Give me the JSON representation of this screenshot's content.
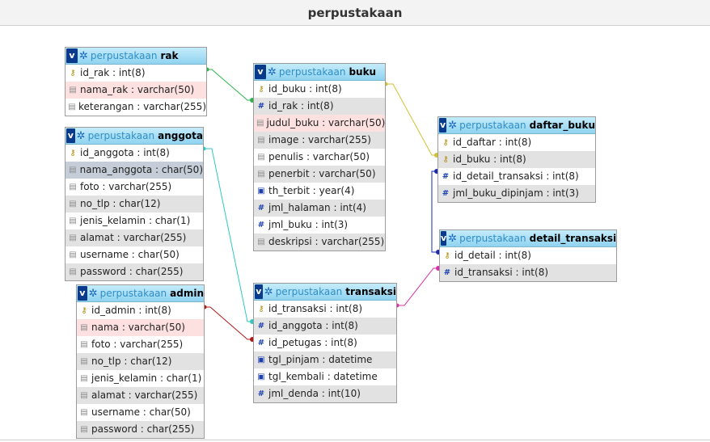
{
  "page": {
    "title": "perpustakaan"
  },
  "db_prefix": "perpustakaan",
  "colors": {
    "link_rak_buku": "#2ab34a",
    "link_anggota_transaksi": "#2ec8c0",
    "link_admin_transaksi": "#b01818",
    "link_buku_daftar": "#d2c232",
    "link_detail_daftar": "#1a2bb0",
    "link_transaksi_detail": "#d82ca8"
  },
  "tables": {
    "rak": {
      "name": "rak",
      "columns": [
        {
          "icon": "key-icon",
          "text": "id_rak : int(8)",
          "bg": "none"
        },
        {
          "icon": "text-icon",
          "text": "nama_rak : varchar(50)",
          "bg": "pink"
        },
        {
          "icon": "text-icon",
          "text": "keterangan : varchar(255)",
          "bg": "none"
        }
      ]
    },
    "anggota": {
      "name": "anggota",
      "columns": [
        {
          "icon": "key-icon",
          "text": "id_anggota : int(8)",
          "bg": "none"
        },
        {
          "icon": "text-icon",
          "text": "nama_anggota : char(50)",
          "bg": "blue"
        },
        {
          "icon": "text-icon",
          "text": "foto : varchar(255)",
          "bg": "none"
        },
        {
          "icon": "text-icon",
          "text": "no_tlp : char(12)",
          "bg": "alt"
        },
        {
          "icon": "text-icon",
          "text": "jenis_kelamin : char(1)",
          "bg": "none"
        },
        {
          "icon": "text-icon",
          "text": "alamat : varchar(255)",
          "bg": "alt"
        },
        {
          "icon": "text-icon",
          "text": "username : char(50)",
          "bg": "none"
        },
        {
          "icon": "text-icon",
          "text": "password : char(255)",
          "bg": "alt"
        }
      ]
    },
    "admin": {
      "name": "admin",
      "columns": [
        {
          "icon": "key-icon",
          "text": "id_admin : int(8)",
          "bg": "none"
        },
        {
          "icon": "text-icon",
          "text": "nama : varchar(50)",
          "bg": "pink"
        },
        {
          "icon": "text-icon",
          "text": "foto : varchar(255)",
          "bg": "none"
        },
        {
          "icon": "text-icon",
          "text": "no_tlp : char(12)",
          "bg": "alt"
        },
        {
          "icon": "text-icon",
          "text": "jenis_kelamin : char(1)",
          "bg": "none"
        },
        {
          "icon": "text-icon",
          "text": "alamat : varchar(255)",
          "bg": "alt"
        },
        {
          "icon": "text-icon",
          "text": "username : char(50)",
          "bg": "none"
        },
        {
          "icon": "text-icon",
          "text": "password : char(255)",
          "bg": "alt"
        }
      ]
    },
    "buku": {
      "name": "buku",
      "columns": [
        {
          "icon": "key-icon",
          "text": "id_buku : int(8)",
          "bg": "none"
        },
        {
          "icon": "number-icon",
          "text": "id_rak : int(8)",
          "bg": "alt"
        },
        {
          "icon": "text-icon",
          "text": "judul_buku : varchar(50)",
          "bg": "pink"
        },
        {
          "icon": "text-icon",
          "text": "image : varchar(255)",
          "bg": "alt"
        },
        {
          "icon": "text-icon",
          "text": "penulis : varchar(50)",
          "bg": "none"
        },
        {
          "icon": "text-icon",
          "text": "penerbit : varchar(50)",
          "bg": "alt"
        },
        {
          "icon": "date-icon",
          "text": "th_terbit : year(4)",
          "bg": "none"
        },
        {
          "icon": "number-icon",
          "text": "jml_halaman : int(4)",
          "bg": "alt"
        },
        {
          "icon": "number-icon",
          "text": "jml_buku : int(3)",
          "bg": "none"
        },
        {
          "icon": "text-icon",
          "text": "deskripsi : varchar(255)",
          "bg": "alt"
        }
      ]
    },
    "transaksi": {
      "name": "transaksi",
      "columns": [
        {
          "icon": "key-icon",
          "text": "id_transaksi : int(8)",
          "bg": "none"
        },
        {
          "icon": "number-icon",
          "text": "id_anggota : int(8)",
          "bg": "alt"
        },
        {
          "icon": "number-icon",
          "text": "id_petugas : int(8)",
          "bg": "none"
        },
        {
          "icon": "date-icon",
          "text": "tgl_pinjam : datetime",
          "bg": "alt"
        },
        {
          "icon": "date-icon",
          "text": "tgl_kembali : datetime",
          "bg": "none"
        },
        {
          "icon": "number-icon",
          "text": "jml_denda : int(10)",
          "bg": "alt"
        }
      ]
    },
    "daftar_buku": {
      "name": "daftar_buku",
      "columns": [
        {
          "icon": "key-icon",
          "text": "id_daftar : int(8)",
          "bg": "none"
        },
        {
          "icon": "key-icon",
          "text": "id_buku : int(8)",
          "bg": "alt"
        },
        {
          "icon": "number-icon",
          "text": "id_detail_transaksi : int(8)",
          "bg": "none"
        },
        {
          "icon": "number-icon",
          "text": "jml_buku_dipinjam : int(3)",
          "bg": "alt"
        }
      ]
    },
    "detail_transaksi": {
      "name": "detail_transaksi",
      "columns": [
        {
          "icon": "key-icon",
          "text": "id_detail : int(8)",
          "bg": "none"
        },
        {
          "icon": "number-icon",
          "text": "id_transaksi : int(8)",
          "bg": "alt"
        }
      ]
    }
  }
}
